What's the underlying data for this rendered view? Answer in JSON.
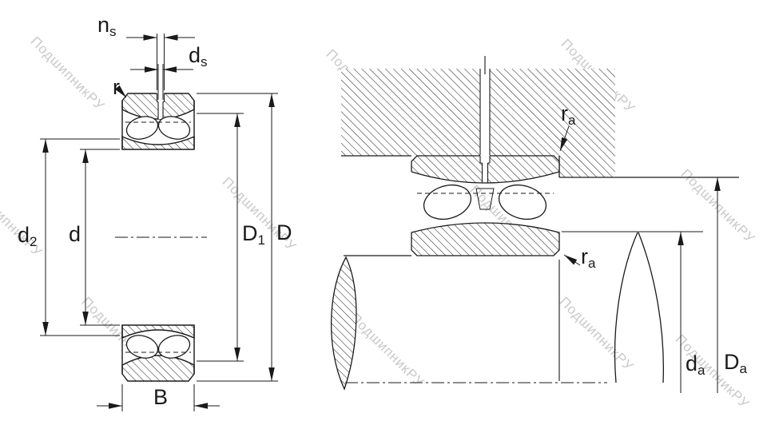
{
  "watermark": {
    "text": "ПодшипникРУ"
  },
  "colors": {
    "line": "#1a1a1a",
    "watermark": "#c9c9c9",
    "background": "#ffffff"
  },
  "left_view": {
    "labels": {
      "ns": {
        "base": "n",
        "sub": "s"
      },
      "ds": {
        "base": "d",
        "sub": "s"
      },
      "r": {
        "base": "r",
        "sub": ""
      },
      "d2": {
        "base": "d",
        "sub": "2"
      },
      "d": {
        "base": "d",
        "sub": ""
      },
      "D1": {
        "base": "D",
        "sub": "1"
      },
      "D": {
        "base": "D",
        "sub": ""
      },
      "B": {
        "base": "B",
        "sub": ""
      }
    }
  },
  "right_view": {
    "labels": {
      "ra_top": {
        "base": "r",
        "sub": "a"
      },
      "ra_bottom": {
        "base": "r",
        "sub": "a"
      },
      "da": {
        "base": "d",
        "sub": "a"
      },
      "Da": {
        "base": "D",
        "sub": "a"
      }
    }
  }
}
